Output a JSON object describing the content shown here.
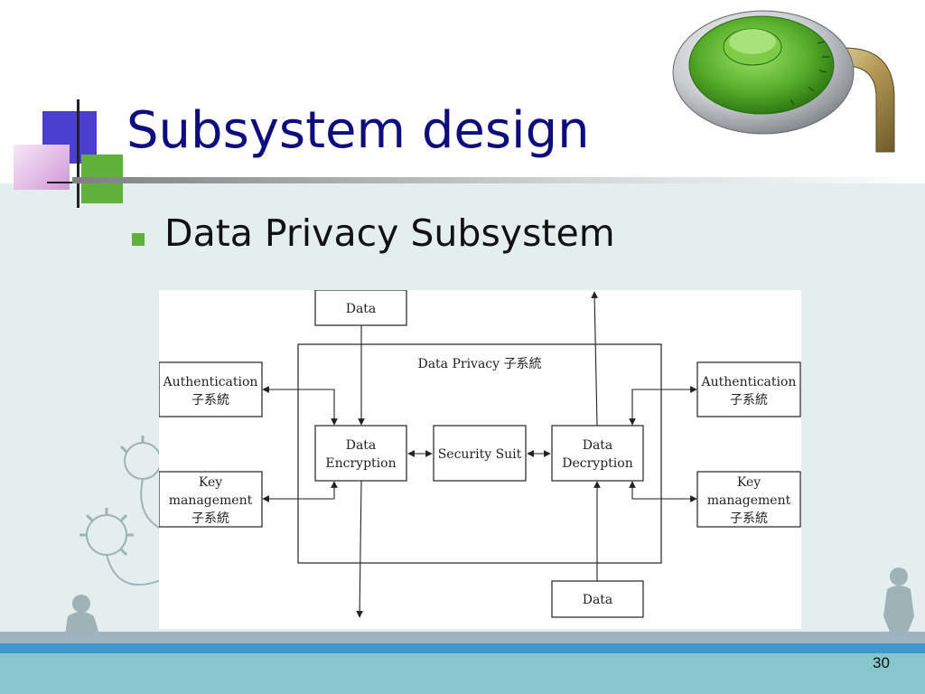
{
  "slide": {
    "title": "Subsystem design",
    "bullet": "Data Privacy Subsystem",
    "page_number": "30"
  },
  "diagram": {
    "frame_label": "Data Privacy 子系統",
    "nodes": {
      "data_in": "Data",
      "data_bottom": "Data",
      "auth_left": [
        "Authentication",
        "子系統"
      ],
      "auth_right": [
        "Authentication",
        "子系統"
      ],
      "key_left": [
        "Key",
        "management",
        "子系統"
      ],
      "key_right": [
        "Key",
        "management",
        "子系統"
      ],
      "encryption": [
        "Data",
        "Encryption"
      ],
      "security": "Security Suit",
      "decryption": [
        "Data",
        "Decryption"
      ]
    }
  },
  "colors": {
    "title": "#0d0d80",
    "accent_green": "#5fb13b",
    "accent_blue": "#4a3fcf",
    "band_blue": "#3f97d0",
    "band_teal": "#86c6cd"
  },
  "icons": [
    "padlock-icon",
    "bullet-square-icon"
  ]
}
